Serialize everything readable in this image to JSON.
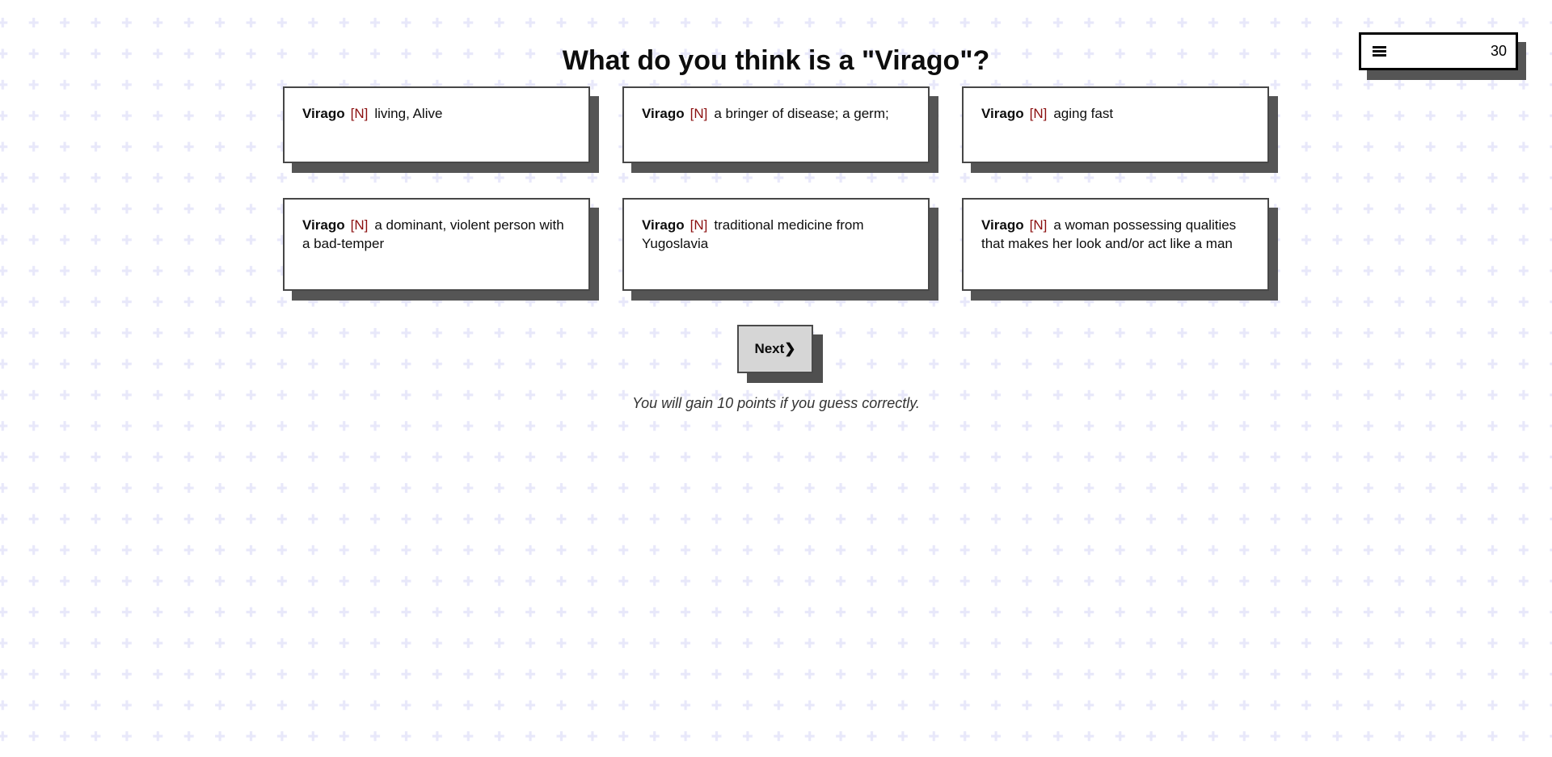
{
  "page": {
    "title": "What do you think is a \"Virago\"?"
  },
  "menu": {
    "icon": "hamburger-icon",
    "score": "30"
  },
  "quiz": {
    "word": "Virago",
    "pos_tag": "[N]",
    "options": [
      {
        "definition": "living, Alive"
      },
      {
        "definition": "a bringer of disease; a germ;"
      },
      {
        "definition": "aging fast"
      },
      {
        "definition": "a dominant, violent person with a bad-temper"
      },
      {
        "definition": "traditional medicine from Yugoslavia"
      },
      {
        "definition": "a woman possessing qualities that makes her look and/or act like a man"
      }
    ],
    "next_label": "Next❯",
    "hint": "You will gain 10 points if you guess correctly."
  },
  "colors": {
    "pos_tag": "#8b0f0f",
    "card_border": "#474747",
    "card_shadow": "#555555",
    "button_bg": "#d6d6d6",
    "button_shadow": "#4f4f4f",
    "pattern_plus": "#e8e8fa"
  }
}
